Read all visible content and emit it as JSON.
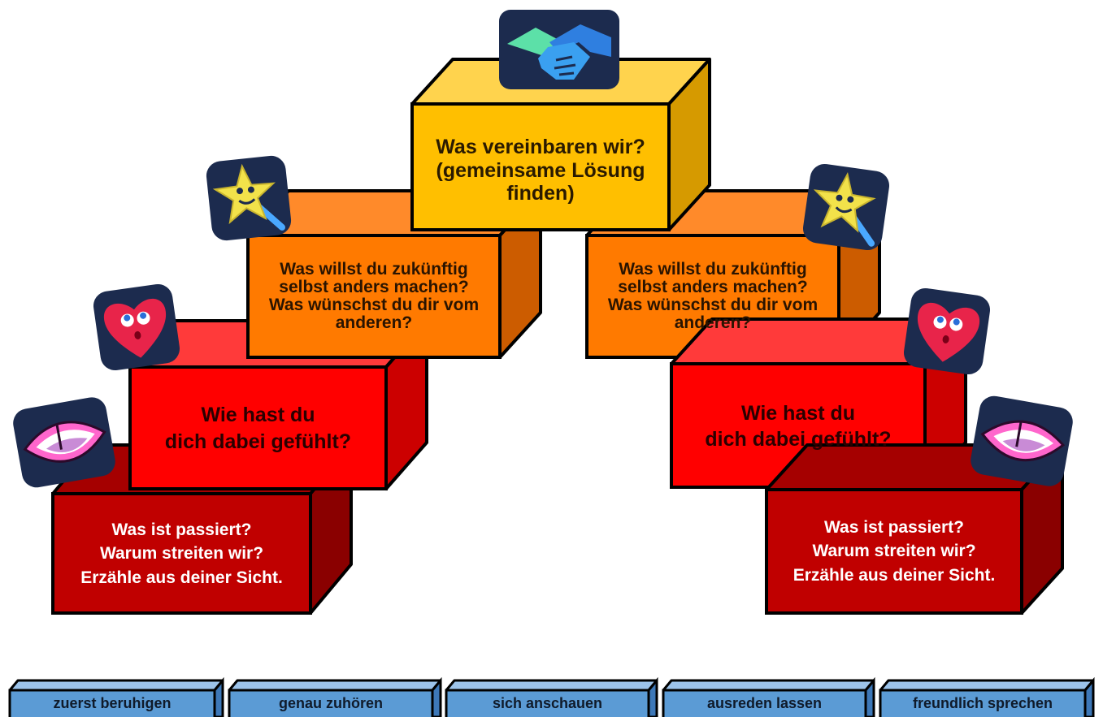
{
  "top_block": {
    "text": "Was vereinbaren wir?\n(gemeinsame Lösung\nfinden)",
    "icon": "handshake-icon",
    "color": "#ffbf00"
  },
  "left_steps": [
    {
      "text": "Was ist passiert?\nWarum streiten wir?\nErzähle aus deiner Sicht.",
      "icon": "mouth-icon",
      "color": "#c00000"
    },
    {
      "text": "Wie hast du\ndich dabei gefühlt?",
      "icon": "heart-face-icon",
      "color": "#ff0000"
    },
    {
      "text": "Was willst du zukünftig\nselbst anders machen?\nWas wünschst du dir vom\nanderen?",
      "icon": "magic-wand-star-icon",
      "color": "#ff7a00"
    }
  ],
  "right_steps": [
    {
      "text": "Was ist passiert?\nWarum streiten wir?\nErzähle aus deiner Sicht.",
      "icon": "mouth-icon",
      "color": "#c00000"
    },
    {
      "text": "Wie hast du\ndich dabei gefühlt?",
      "icon": "heart-face-icon",
      "color": "#ff0000"
    },
    {
      "text": "Was willst du zukünftig\nselbst anders machen?\nWas wünschst du dir vom\nanderen?",
      "icon": "magic-wand-star-icon",
      "color": "#ff7a00"
    }
  ],
  "rules": [
    {
      "label": "zuerst beruhigen"
    },
    {
      "label": "genau zuhören"
    },
    {
      "label": "sich anschauen"
    },
    {
      "label": "ausreden lassen"
    },
    {
      "label": "freundlich sprechen"
    }
  ],
  "colors": {
    "rule_blue": "#5b9bd5",
    "icon_bg": "#1c2b4e"
  }
}
